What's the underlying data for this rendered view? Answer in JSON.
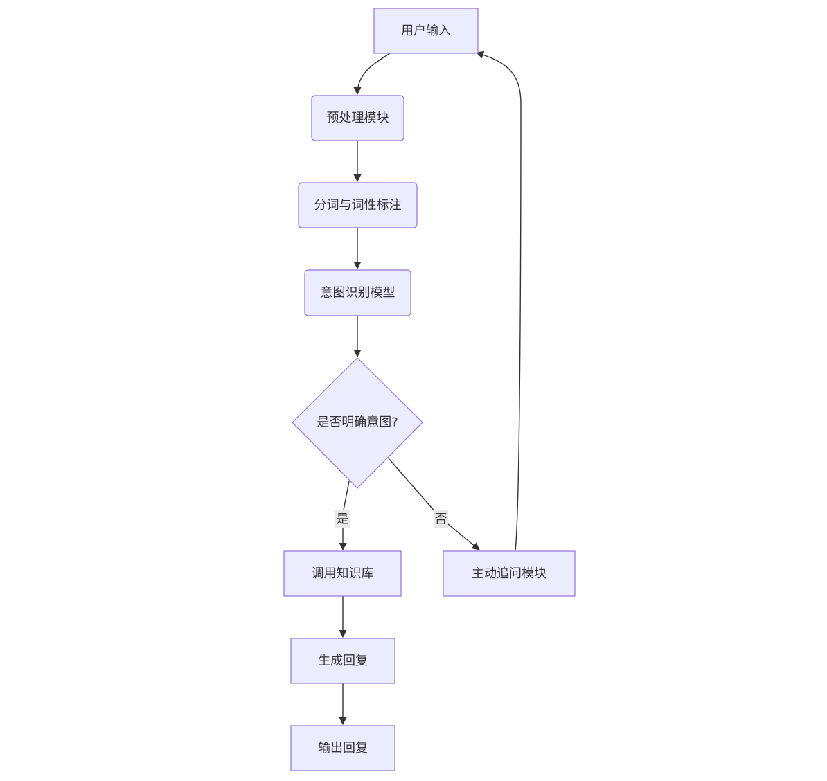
{
  "nodes": {
    "user_input": "用户输入",
    "preprocess": "预处理模块",
    "segmentation": "分词与词性标注",
    "intent_model": "意图识别模型",
    "decision": "是否明确意图?",
    "knowledge_base": "调用知识库",
    "follow_up": "主动追问模块",
    "generate_reply": "生成回复",
    "output_reply": "输出回复"
  },
  "edges": {
    "yes_label": "是",
    "no_label": "否"
  },
  "colors": {
    "node_fill": "#ececff",
    "node_stroke": "#9370db",
    "edge_stroke": "#333333",
    "edge_label_bg": "#e8e8e8"
  }
}
